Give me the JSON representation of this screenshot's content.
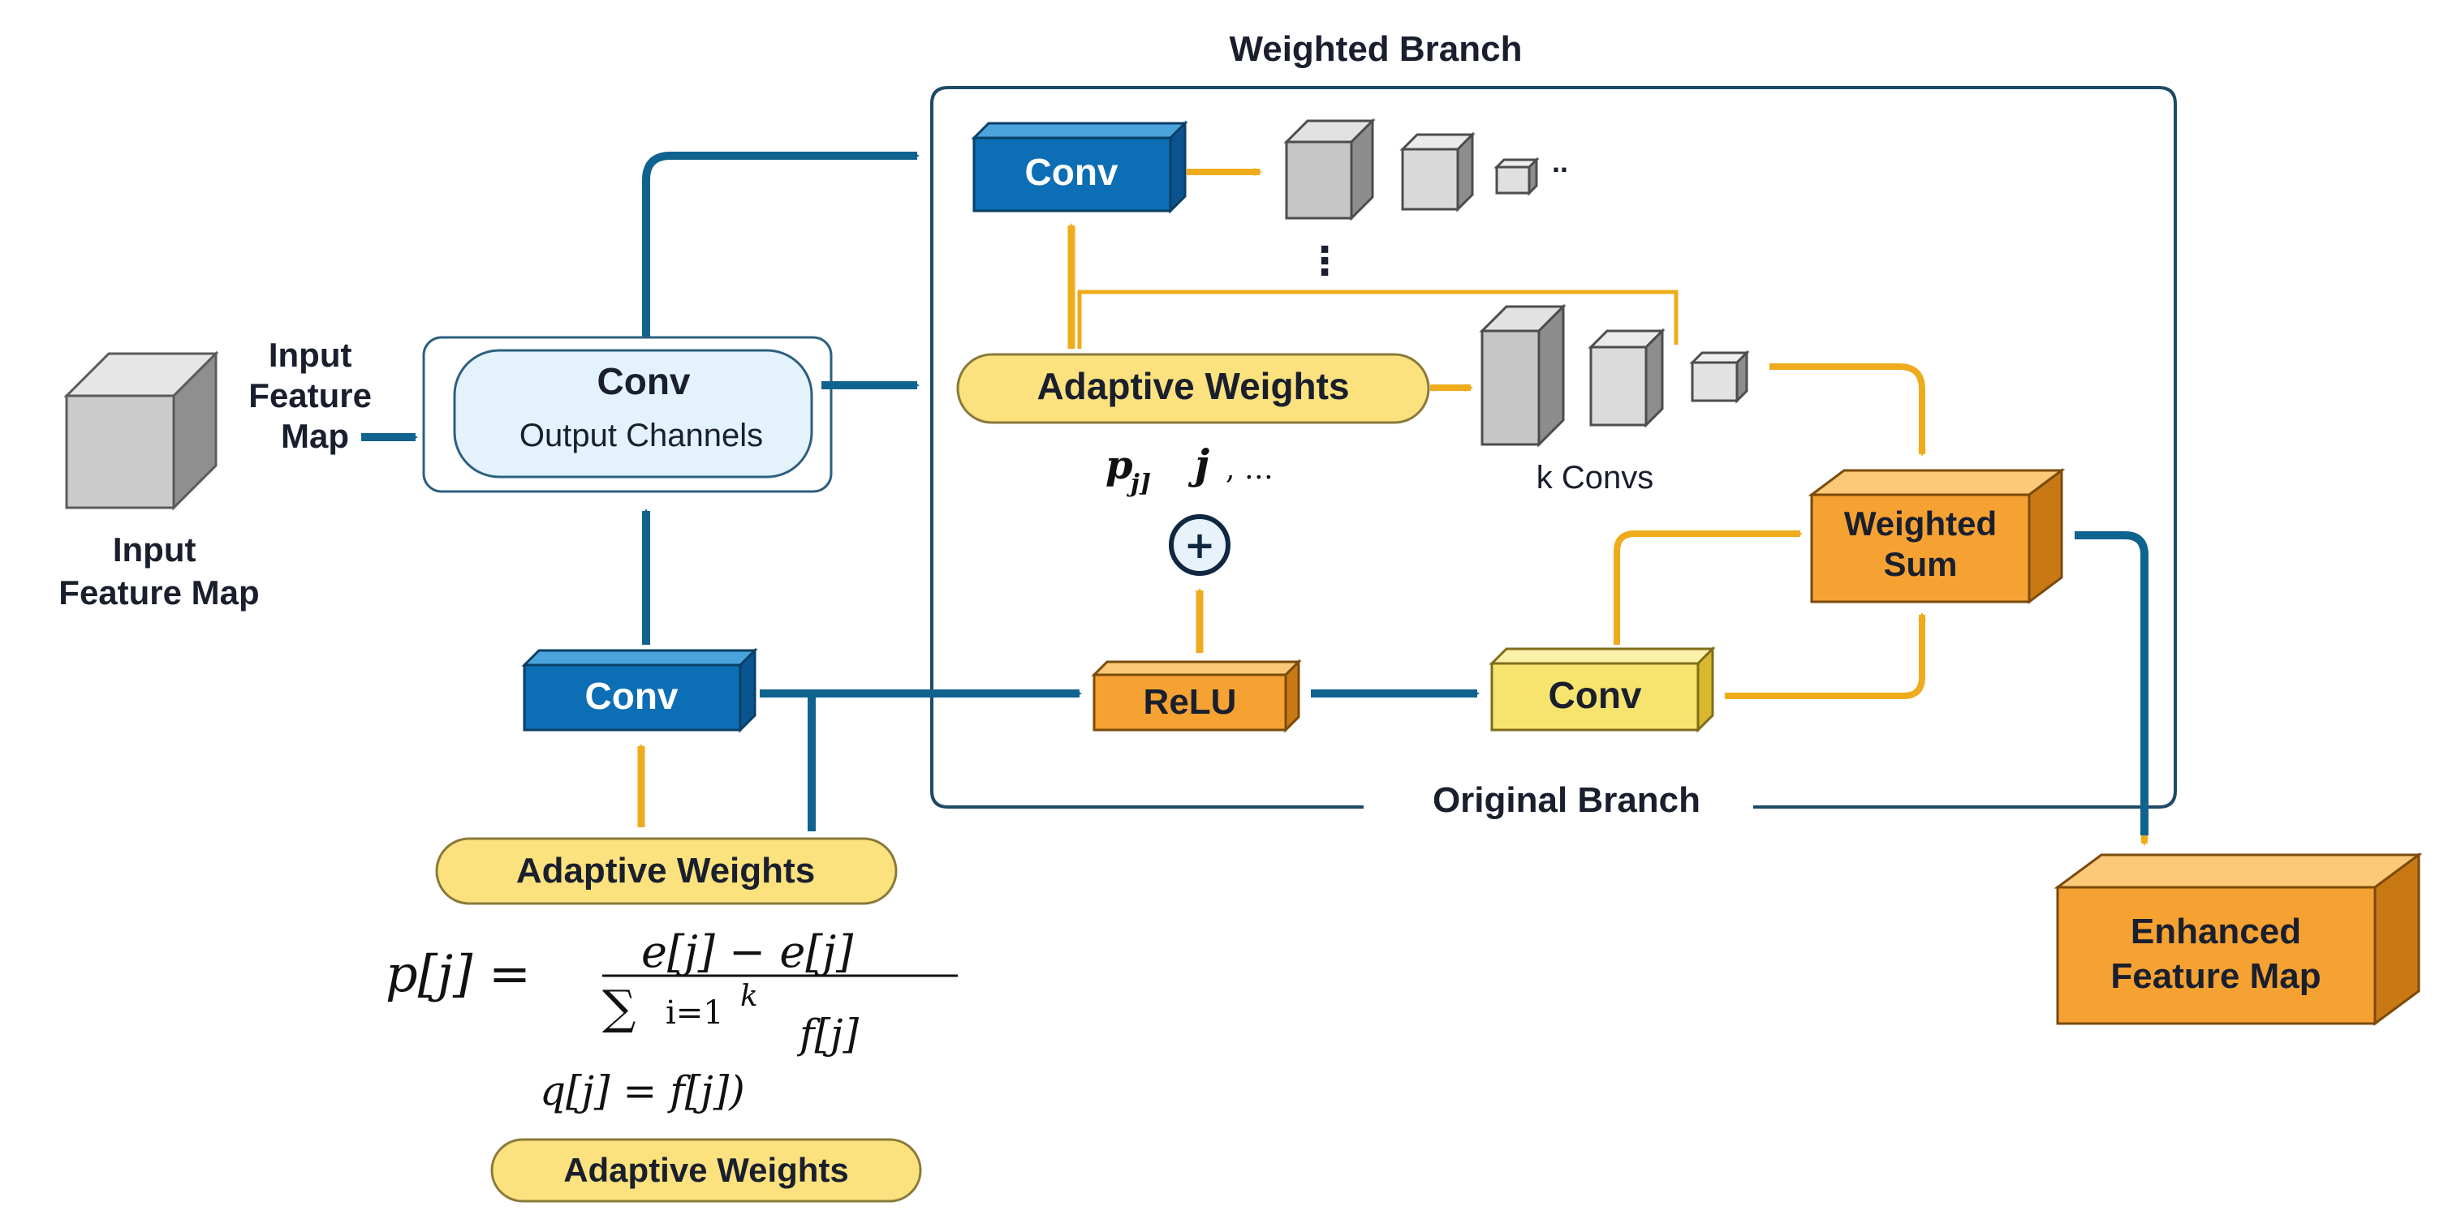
{
  "colors": {
    "blue": "#0c6eb4",
    "blue_arrow": "#11638f",
    "orange": "#f5a233",
    "yellow_box": "#f7e46e",
    "yellow_pill": "#fbe27e",
    "gold_arrow": "#eeac1c",
    "gray_cube": "#c6c6c6",
    "frame": "#1f4a66",
    "text": "#1a1f2e"
  },
  "icons": [
    "input-feature-cube",
    "conv-block",
    "feature-map-cube",
    "plus-circle-icon",
    "enhanced-feature-cube"
  ],
  "labels": {
    "weighted_branch": "Weighted Branch",
    "original_branch": "Original Branch",
    "input_feature_map_side": [
      "Input",
      "Feature",
      "Map"
    ],
    "input_feature_map_bottom": [
      "Input",
      "Feature Map"
    ],
    "conv_main": "Conv",
    "output_channels": "Output Channels",
    "conv_lower": "Conv",
    "conv_top": "Conv",
    "adaptive_weights_top": "Adaptive Weights",
    "adaptive_weights_lower": "Adaptive Weights",
    "adaptive_weights_bottom": "Adaptive Weights",
    "k_convs": "k Convs",
    "weighted_sum": [
      "Weighted",
      "Sum"
    ],
    "relu": "ReLU",
    "conv_yellow": "Conv",
    "enhanced_feature_map": [
      "Enhanced",
      "Feature Map"
    ],
    "plus": "+",
    "p_j_fragment": {
      "p": "p",
      "sub": "j]",
      "j": "j",
      "tail": ", …"
    },
    "ellipsis_small": "..",
    "ellipsis_vertical": "⋮"
  },
  "formula": {
    "lhs": "p[j] =",
    "numerator": "e[j] − e[j]",
    "sum": "∑",
    "sum_index": "i=1",
    "sum_upper": "k",
    "denominator_term": "f[j]",
    "second_line": "q[j] = f[j])"
  }
}
